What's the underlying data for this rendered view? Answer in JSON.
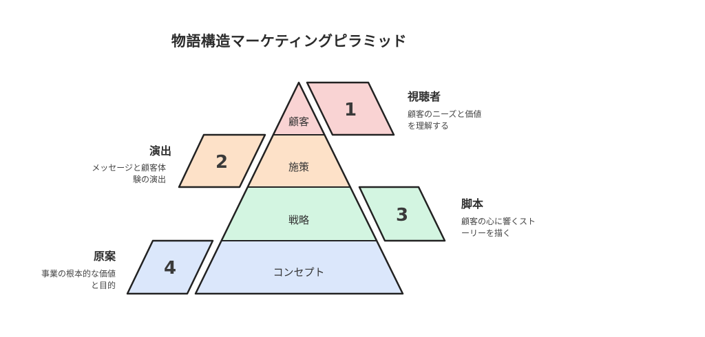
{
  "title": "物語構造マーケティングピラミッド",
  "colors": {
    "red": "#f9d3d3",
    "orange": "#fde1c8",
    "green": "#d3f5e1",
    "blue": "#dbe7fb",
    "stroke": "#222222"
  },
  "pyramid": {
    "tiers": [
      {
        "label": "顧客",
        "color": "red"
      },
      {
        "label": "施策",
        "color": "orange"
      },
      {
        "label": "戦略",
        "color": "green"
      },
      {
        "label": "コンセプト",
        "color": "blue"
      }
    ]
  },
  "items": [
    {
      "number": "1",
      "title": "視聴者",
      "desc_line1": "顧客のニーズと価値",
      "desc_line2": "を理解する",
      "side": "right",
      "color": "red"
    },
    {
      "number": "2",
      "title": "演出",
      "desc_line1": "メッセージと顧客体",
      "desc_line2": "験の演出",
      "side": "left",
      "color": "orange"
    },
    {
      "number": "3",
      "title": "脚本",
      "desc_line1": "顧客の心に響くスト",
      "desc_line2": "ーリーを描く",
      "side": "right",
      "color": "green"
    },
    {
      "number": "4",
      "title": "原案",
      "desc_line1": "事業の根本的な価値",
      "desc_line2": "と目的",
      "side": "left",
      "color": "blue"
    }
  ]
}
